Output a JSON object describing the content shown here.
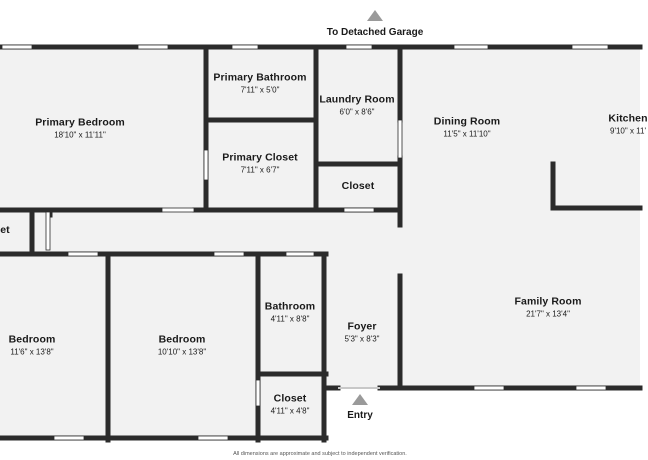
{
  "top_label": "To Detached Garage",
  "entry_label": "Entry",
  "disclaimer": "All dimensions are approximate and subject to independent verification.",
  "rooms": [
    {
      "name": "Primary Bedroom",
      "dims": "18'10\" x 11'11\""
    },
    {
      "name": "Primary Bathroom",
      "dims": "7'11\" x 5'0\""
    },
    {
      "name": "Primary Closet",
      "dims": "7'11\" x 6'7\""
    },
    {
      "name": "Laundry Room",
      "dims": "6'0\" x 8'6\""
    },
    {
      "name": "Closet",
      "dims": ""
    },
    {
      "name": "Dining Room",
      "dims": "11'5\" x 11'10\""
    },
    {
      "name": "Kitchen",
      "dims": "9'10\" x 11'"
    },
    {
      "name": "Family Room",
      "dims": "21'7\" x 13'4\""
    },
    {
      "name": "Foyer",
      "dims": "5'3\" x 8'3\""
    },
    {
      "name": "Bathroom",
      "dims": "4'11\" x 8'8\""
    },
    {
      "name": "Closet",
      "dims": "4'11\" x 4'8\""
    },
    {
      "name": "Bedroom",
      "dims": "10'10\" x 13'8\""
    },
    {
      "name": "Bedroom",
      "dims": "11'6\" x 13'8\""
    },
    {
      "name": "et",
      "dims": ""
    }
  ]
}
